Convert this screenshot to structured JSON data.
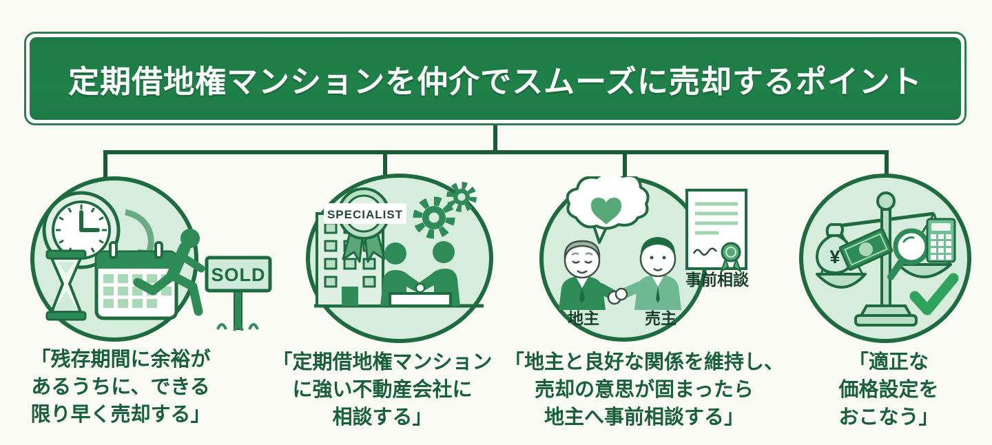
{
  "title": "定期借地権マンションを仲介でスムーズに売却するポイント",
  "points": [
    {
      "caption_lines": [
        "「残存期間に余裕が",
        "あるうちに、できる",
        "限り早く売却する」"
      ],
      "sign_label": "SOLD"
    },
    {
      "caption_lines": [
        "「定期借地権マンション",
        "に強い不動産会社に",
        "相談する」"
      ],
      "badge_label": "SPECIALIST"
    },
    {
      "caption_lines": [
        "「地主と良好な関係を維持し、",
        "売却の意思が固まったら",
        "地主へ事前相談する」"
      ],
      "left_person_label": "地主",
      "right_person_label": "売主",
      "document_label": "事前相談"
    },
    {
      "caption_lines": [
        "「適正な",
        "価格設定を",
        "おこなう」"
      ],
      "money_symbol": "¥"
    }
  ],
  "colors": {
    "background": "#fafbf5",
    "banner_green": "#1e7b45",
    "banner_border": "#2d7d4f",
    "connector_green": "#1b5c38",
    "circle_fill": "#d6ecdc",
    "circle_border": "#1e6b40",
    "caption_text": "#17603a",
    "icon_green": "#2e8b57",
    "icon_light_green": "#b9dfc6",
    "check_green": "#2fa35c",
    "title_text": "#ffffff"
  }
}
